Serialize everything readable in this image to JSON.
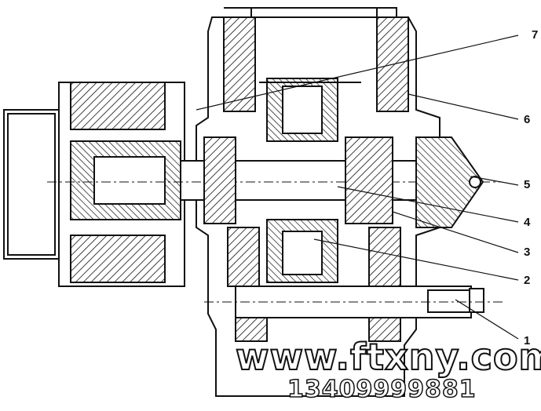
{
  "callouts": [
    "1",
    "2",
    "3",
    "4",
    "5",
    "6",
    "7"
  ],
  "watermark": {
    "url": "www.ftxny.com",
    "phone": "13409999881"
  },
  "colors": {
    "ink": "#111111",
    "paper": "#ffffff"
  }
}
